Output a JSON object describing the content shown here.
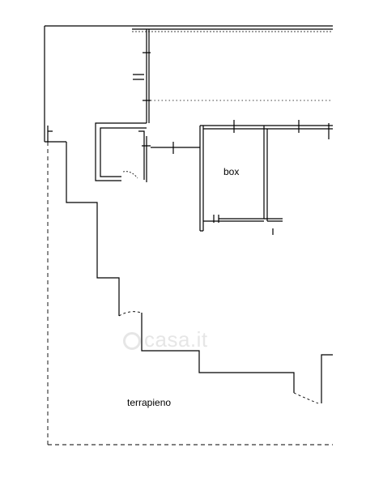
{
  "labels": {
    "box": "box",
    "terrapieno": "terrapieno"
  },
  "watermark": {
    "text": "casa.it"
  },
  "colors": {
    "line": "#000000",
    "watermark": "#e6e6e6",
    "background": "#ffffff"
  }
}
